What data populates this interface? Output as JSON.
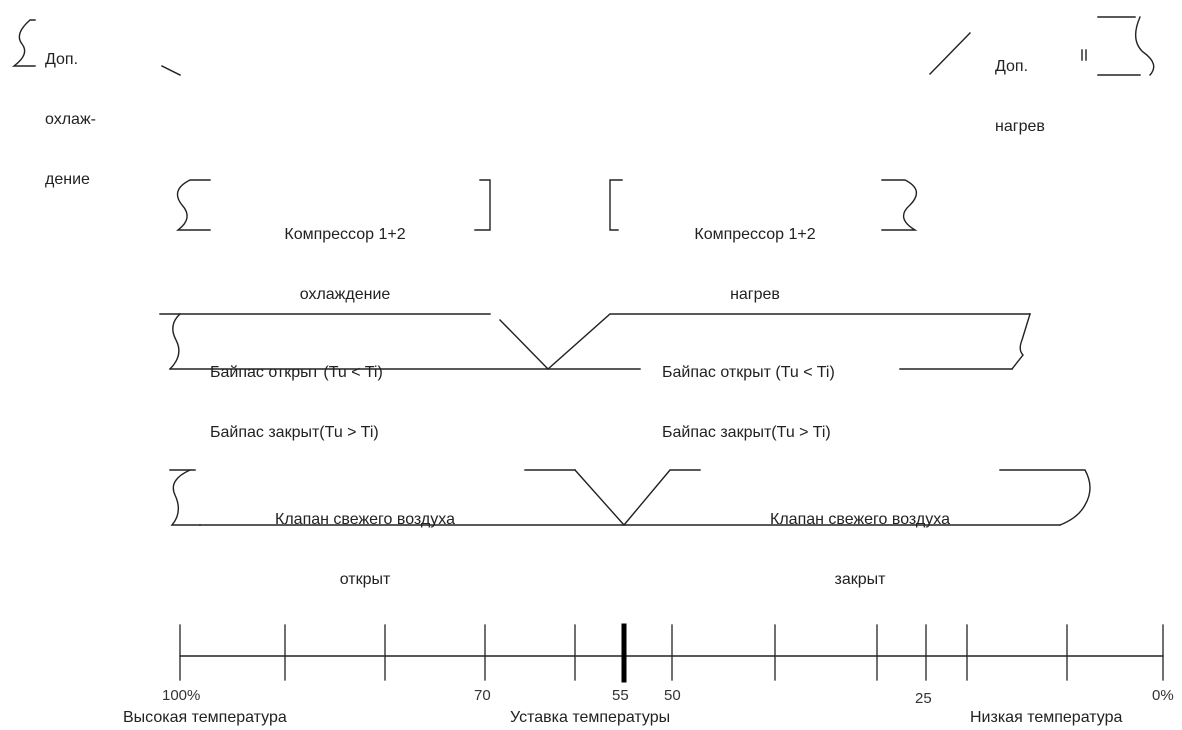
{
  "aux_cooling": {
    "line1": "Доп.",
    "line2": "охлаж-",
    "line3": "дение"
  },
  "aux_heating": {
    "line1": "Доп.",
    "line2": "нагрев"
  },
  "compressor_cooling": {
    "line1": "Компрессор 1+2",
    "line2": "охлаждение"
  },
  "compressor_heating": {
    "line1": "Компрессор 1+2",
    "line2": "нагрев"
  },
  "bypass_left": {
    "line1": "Байпас открыт (Tu < Ti)",
    "line2": "Байпас закрыт(Tu > Ti)"
  },
  "bypass_right": {
    "line1": "Байпас открыт (Tu < Ti)",
    "line2": "Байпас закрыт(Tu > Ti)"
  },
  "fresh_air_left": {
    "line1": "Клапан свежего воздуха",
    "line2": "открыт"
  },
  "fresh_air_right": {
    "line1": "Клапан свежего воздуха",
    "line2": "закрыт"
  },
  "scale": {
    "tick_labels": [
      "100%",
      "70",
      "55",
      "50",
      "25",
      "0%"
    ],
    "high_label": "Высокая температура",
    "setpoint_label": "Уставка температуры",
    "low_label": "Низкая температура"
  }
}
